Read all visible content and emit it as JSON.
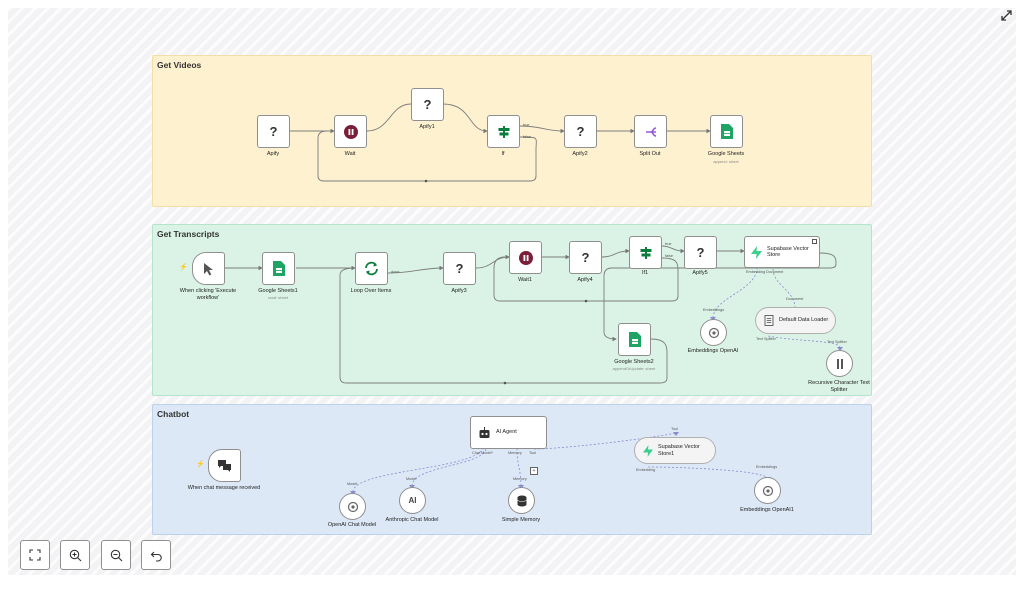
{
  "sections": {
    "get_videos": {
      "title": "Get Videos",
      "color": "#fdf1cf"
    },
    "get_transcripts": {
      "title": "Get Transcripts",
      "color": "#daf3e6"
    },
    "chatbot": {
      "title": "Chatbot",
      "color": "#dce8f6"
    }
  },
  "nodes": {
    "apify": {
      "label": "Apify",
      "glyph": "?"
    },
    "wait": {
      "label": "Wait"
    },
    "apify1": {
      "label": "Apify1",
      "glyph": "?"
    },
    "if": {
      "label": "If"
    },
    "apify2": {
      "label": "Apify2",
      "glyph": "?"
    },
    "split_out": {
      "label": "Split Out"
    },
    "google_sheets": {
      "label": "Google Sheets",
      "subtitle": "append: sheet"
    },
    "manual_trigger": {
      "label": "When clicking 'Execute workflow'"
    },
    "google_sheets1": {
      "label": "Google Sheets1",
      "subtitle": "read: sheet"
    },
    "loop_over_items": {
      "label": "Loop Over Items"
    },
    "apify3": {
      "label": "Apify3",
      "glyph": "?"
    },
    "wait1": {
      "label": "Wait1"
    },
    "apify4": {
      "label": "Apify4",
      "glyph": "?"
    },
    "if1": {
      "label": "If1"
    },
    "apify5": {
      "label": "Apify5",
      "glyph": "?"
    },
    "supabase_vector_store": {
      "label": "Supabase Vector Store"
    },
    "google_sheets2": {
      "label": "Google Sheets2",
      "subtitle": "appendOrUpdate: sheet"
    },
    "embeddings_openai": {
      "label": "Embeddings OpenAI"
    },
    "default_data_loader": {
      "label": "Default Data Loader"
    },
    "recursive_splitter": {
      "label": "Recursive Character Text Splitter"
    },
    "chat_trigger": {
      "label": "When chat message received"
    },
    "ai_agent": {
      "label": "AI Agent"
    },
    "openai_chat_model": {
      "label": "OpenAI Chat Model"
    },
    "anthropic_chat_model": {
      "label": "Anthropic Chat Model"
    },
    "simple_memory": {
      "label": "Simple Memory"
    },
    "supabase_vector_store1": {
      "label": "Supabase Vector Store1"
    },
    "embeddings_openai1": {
      "label": "Embeddings OpenAI1"
    }
  },
  "ports": {
    "if_true": "true",
    "if_false": "false",
    "if1_true": "true",
    "if1_false": "false",
    "loop_done": "done",
    "vs_embedding": "Embedding",
    "vs_document": "Document",
    "emb_embeddings": "Embeddings",
    "loader_document": "Document",
    "loader_text_splitter": "Text Splitter",
    "splitter_text": "Text Splitter",
    "agent_chat_model": "Chat Model*",
    "agent_memory": "Memory",
    "agent_tool": "Tool",
    "model_openai": "Model",
    "model_anthropic": "Model",
    "memory_port": "Memory",
    "tool_port": "Tool",
    "vs1_embedding": "Embedding",
    "emb1_embeddings": "Embeddings"
  },
  "controls": {
    "fit": "fit-view-icon",
    "zoom_in": "zoom-in-icon",
    "zoom_out": "zoom-out-icon",
    "reset": "undo-icon"
  }
}
